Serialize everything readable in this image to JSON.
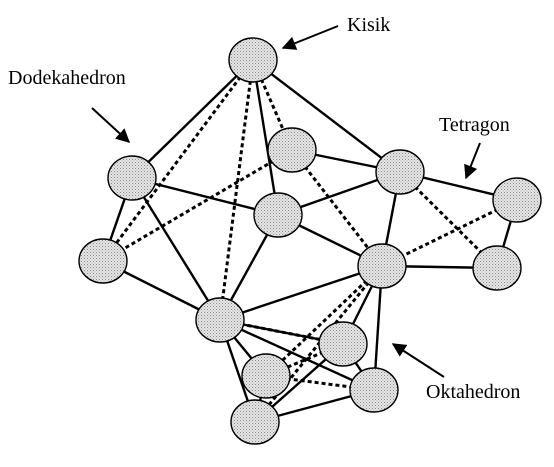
{
  "labels": {
    "kisik": "Kisik",
    "dodekahedron": "Dodekahedron",
    "tetragon": "Tetragon",
    "oktahedron": "Oktahedron"
  }
}
